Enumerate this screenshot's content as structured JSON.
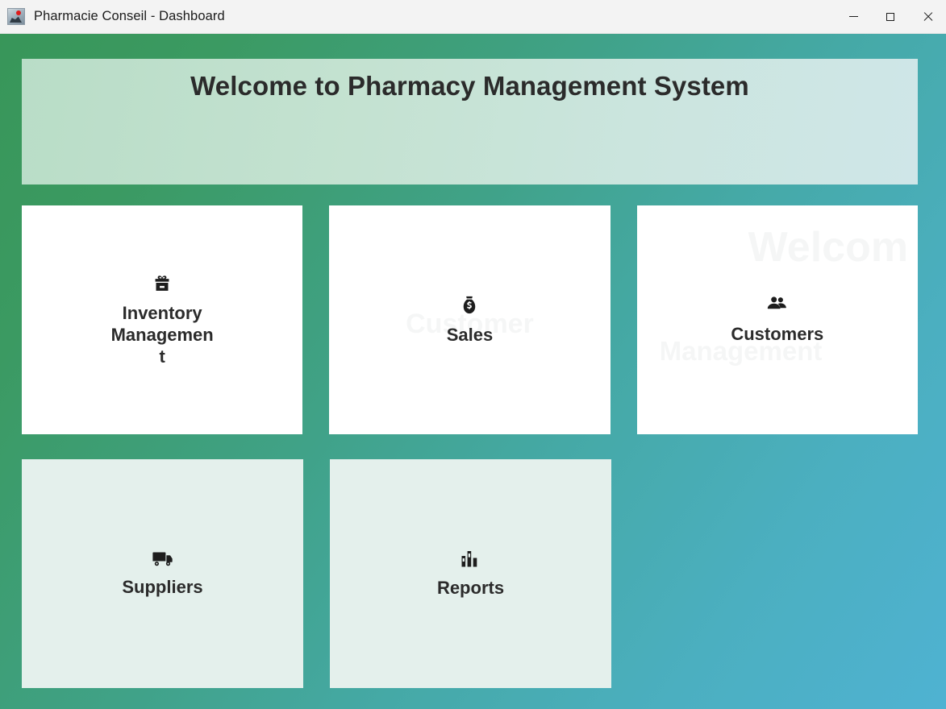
{
  "window": {
    "title": "Pharmacie Conseil - Dashboard",
    "app_icon": "pharmacy-app-icon",
    "controls": {
      "minimize": "minimize-icon",
      "maximize": "maximize-icon",
      "close": "close-icon"
    }
  },
  "banner": {
    "title": "Welcome to Pharmacy Management System",
    "background_start": "#b9ddc7",
    "background_end": "#cfe6e8"
  },
  "theme": {
    "background_start": "#389659",
    "background_end": "#4fb2d2",
    "card_white": "#ffffff",
    "card_mint": "#e4f0ec",
    "text": "#2b2b2b"
  },
  "cards": [
    {
      "label": "Inventory Management",
      "icon": "gift-box-icon",
      "style": "white"
    },
    {
      "label": "Sales",
      "icon": "money-bag-icon",
      "style": "white",
      "ghost_text": "Customer"
    },
    {
      "label": "Customers",
      "icon": "people-icon",
      "style": "white",
      "ghost_text_top": "Welcom",
      "ghost_text_bottom": "Management"
    },
    {
      "label": "Suppliers",
      "icon": "delivery-truck-icon",
      "style": "mint"
    },
    {
      "label": "Reports",
      "icon": "bar-chart-icon",
      "style": "mint"
    }
  ]
}
